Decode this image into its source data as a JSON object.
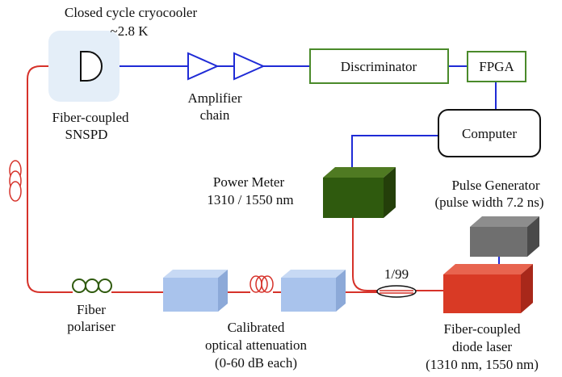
{
  "labels": {
    "cryocooler_line1": "Closed cycle cryocooler",
    "cryocooler_line2": "~2.8 K",
    "snspd_line1": "Fiber-coupled",
    "snspd_line2": "SNSPD",
    "amplifier_line1": "Amplifier",
    "amplifier_line2": "chain",
    "discriminator": "Discriminator",
    "fpga": "FPGA",
    "computer": "Computer",
    "power_meter_line1": "Power Meter",
    "power_meter_line2": "1310 / 1550 nm",
    "pulse_gen_line1": "Pulse Generator",
    "pulse_gen_line2": "(pulse width 7.2 ns)",
    "splitter": "1/99",
    "polariser_line1": "Fiber",
    "polariser_line2": "polariser",
    "attenuation_line1": "Calibrated",
    "attenuation_line2": "optical attenuation",
    "attenuation_line3": "(0-60 dB each)",
    "laser_line1": "Fiber-coupled",
    "laser_line2": "diode laser",
    "laser_line3": "(1310 nm, 1550 nm)"
  },
  "colors": {
    "fiber": "#d6322a",
    "electrical": "#1f2bd6",
    "cryostat_bg": "#e4eef8",
    "box_border_green": "#4a8a2a",
    "power_meter": "#2f5a0e",
    "pulse_generator": "#6f6f6f",
    "laser": "#d93a25",
    "attenuator": "#a9c3ec"
  }
}
